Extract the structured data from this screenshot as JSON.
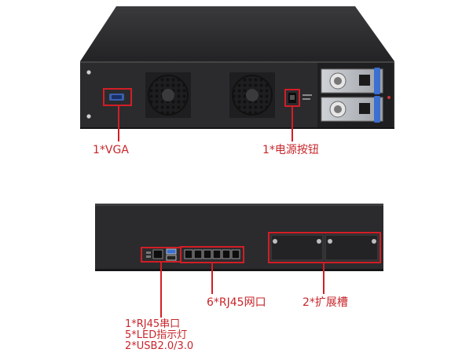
{
  "callouts": {
    "vga": "1*VGA",
    "power_button": "1*电源按钮",
    "rj45_ports": "6*RJ45网口",
    "expansion_slots": "2*扩展槽",
    "io_lines": [
      "1*RJ45串口",
      "5*LED指示灯",
      "2*USB2.0/3.0"
    ]
  },
  "colors": {
    "callout": "#c8262b",
    "chassis": "#2b2b2e",
    "chassis_dark": "#1c1c1e",
    "psu_handle": "#3b6fd0"
  },
  "icons": [
    "fan-grille-icon",
    "vga-port-icon",
    "power-switch-icon",
    "rj45-port-icon",
    "usb-port-icon",
    "psu-module-icon",
    "screw-icon"
  ]
}
